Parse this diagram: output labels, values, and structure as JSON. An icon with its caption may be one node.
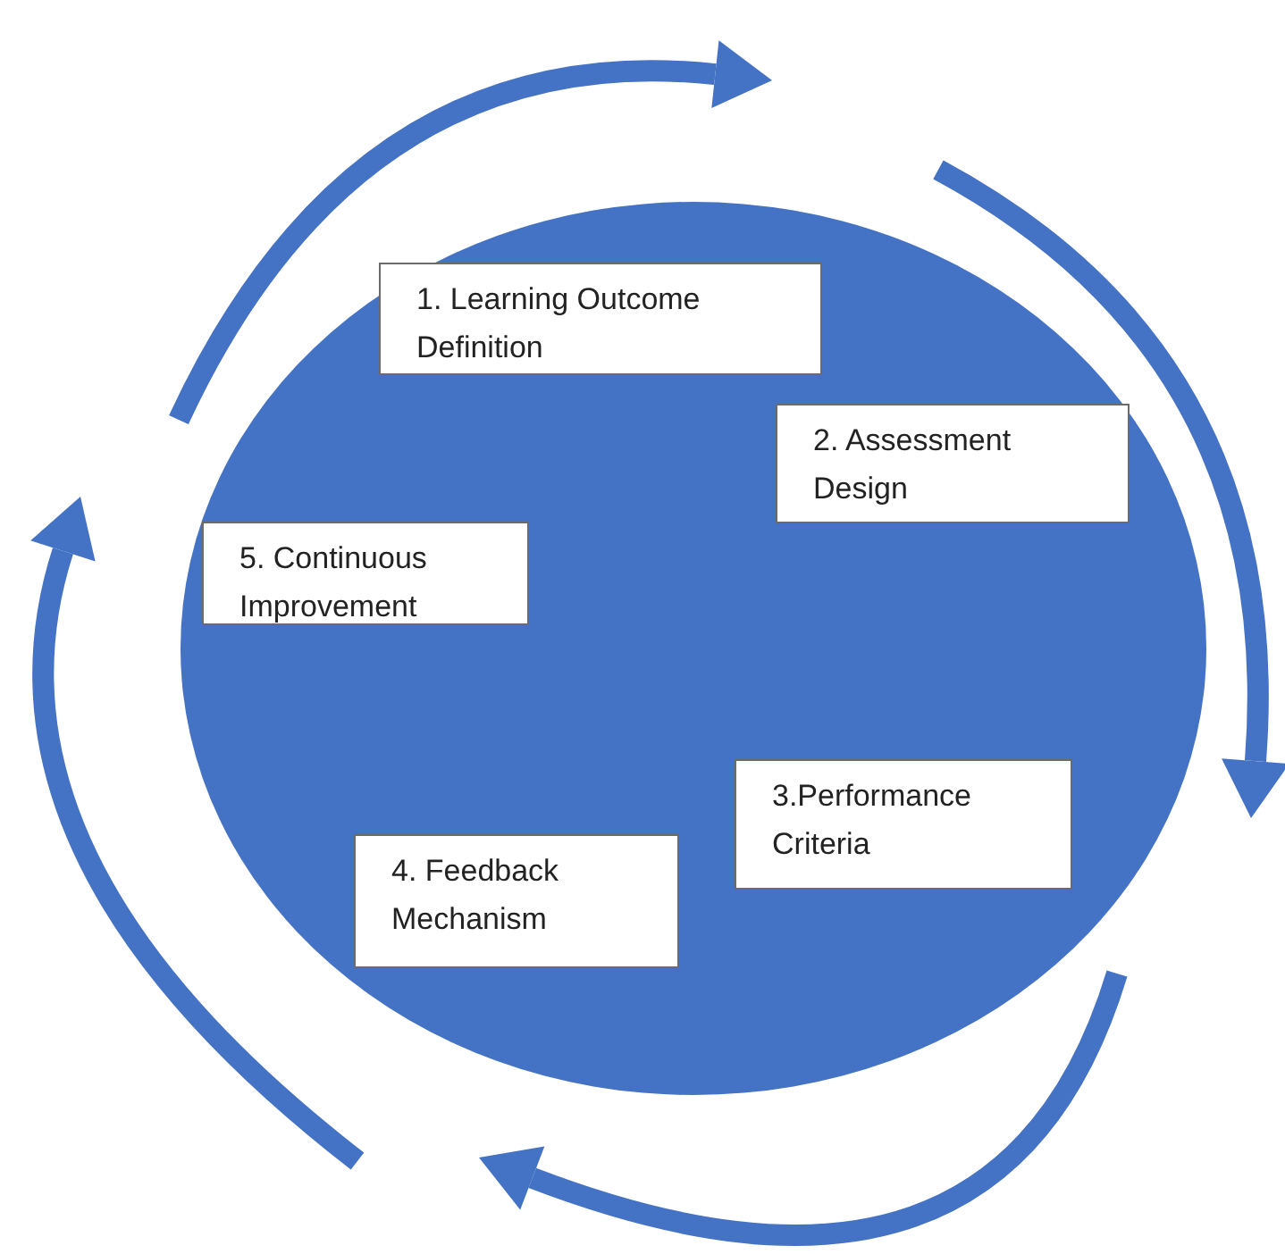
{
  "diagram": {
    "nodes": [
      {
        "text": [],
        "shape": "circle"
      },
      {
        "text": [
          "1. Learning Outcome Definition"
        ],
        "in": 0
      },
      {
        "text": [
          "2. Assessment Design"
        ],
        "in": 0
      },
      {
        "text": [
          "5. Continuous Improvement"
        ],
        "in": 0
      },
      {
        "text": [
          "3.Performance Criteria"
        ],
        "in": 0
      },
      {
        "text": [
          "4. Feedback Mechanism"
        ],
        "in": 0
      }
    ]
  }
}
